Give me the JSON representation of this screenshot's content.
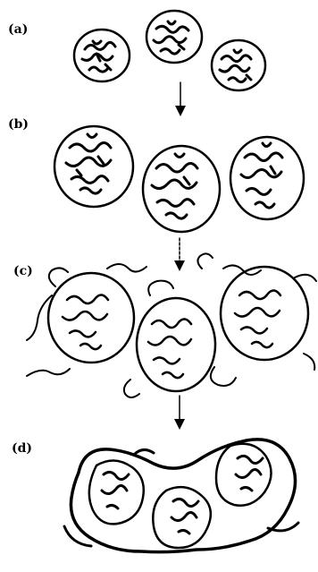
{
  "labels": {
    "a": "(a)",
    "b": "(b)",
    "c": "(c)",
    "d": "(d)"
  },
  "colors": {
    "ink": "#000000",
    "background": "#ffffff"
  }
}
